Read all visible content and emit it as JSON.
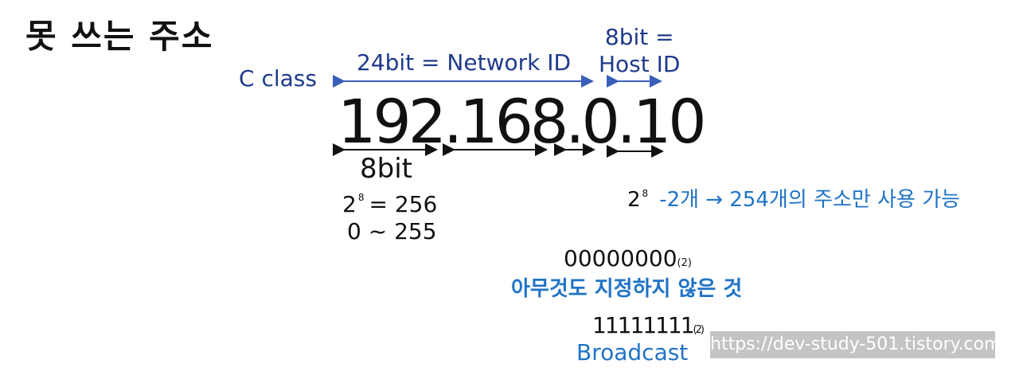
{
  "title": "못 쓰는 주소",
  "class_label": "C class",
  "network_label": "24bit = Network ID",
  "host_label_line1": "8bit =",
  "host_label_line2": "Host ID",
  "ip_address": "192.168.0.10",
  "octet_bits": "8bit",
  "power_base": "2",
  "power_exp": "8",
  "power_result": "= 256",
  "octet_range": "0 ~ 255",
  "usable_base": "2",
  "usable_exp": "8",
  "usable_note": "-2개 → 254개의 주소만 사용 가능",
  "all_zeros": "00000000",
  "all_zeros_base": "(2)",
  "all_zeros_meaning": "아무것도 지정하지 않은 것",
  "all_ones": "11111111",
  "all_ones_base": "(2)",
  "all_ones_meaning": "Broadcast",
  "watermark": "https://dev-study-501.tistory.com",
  "colors": {
    "navy": "#1f3a8a",
    "blue": "#1f73c6",
    "watermark_bg": "#c4c4c4"
  }
}
